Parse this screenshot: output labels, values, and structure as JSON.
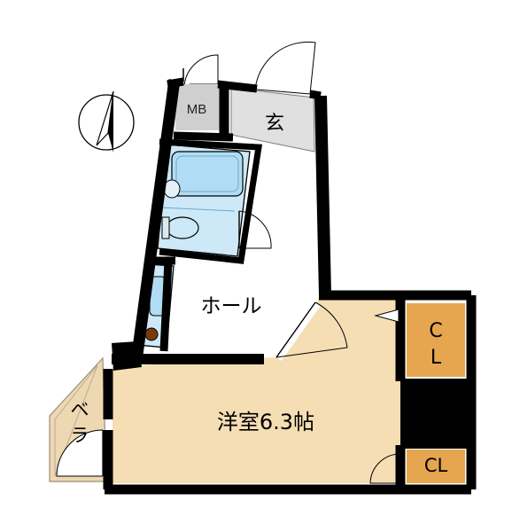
{
  "plan": {
    "rooms": {
      "mb": "MB",
      "entrance": "玄",
      "hall": "ホール",
      "western_room": "洋室6.3帖",
      "closet_1_line1": "C",
      "closet_1_line2": "L",
      "closet_2": "CL",
      "balcony_line1": "ベ",
      "balcony_line2": "ラ"
    },
    "compass_icon": "north-arrow-icon",
    "colors": {
      "wall": "#000000",
      "room_fill": "#f5deb3",
      "closet_fill": "#e6a54f",
      "bath_fill": "#cde8f7",
      "entrance_fill": "#e0e0e0",
      "balcony_fill": "#eed8b2"
    }
  }
}
